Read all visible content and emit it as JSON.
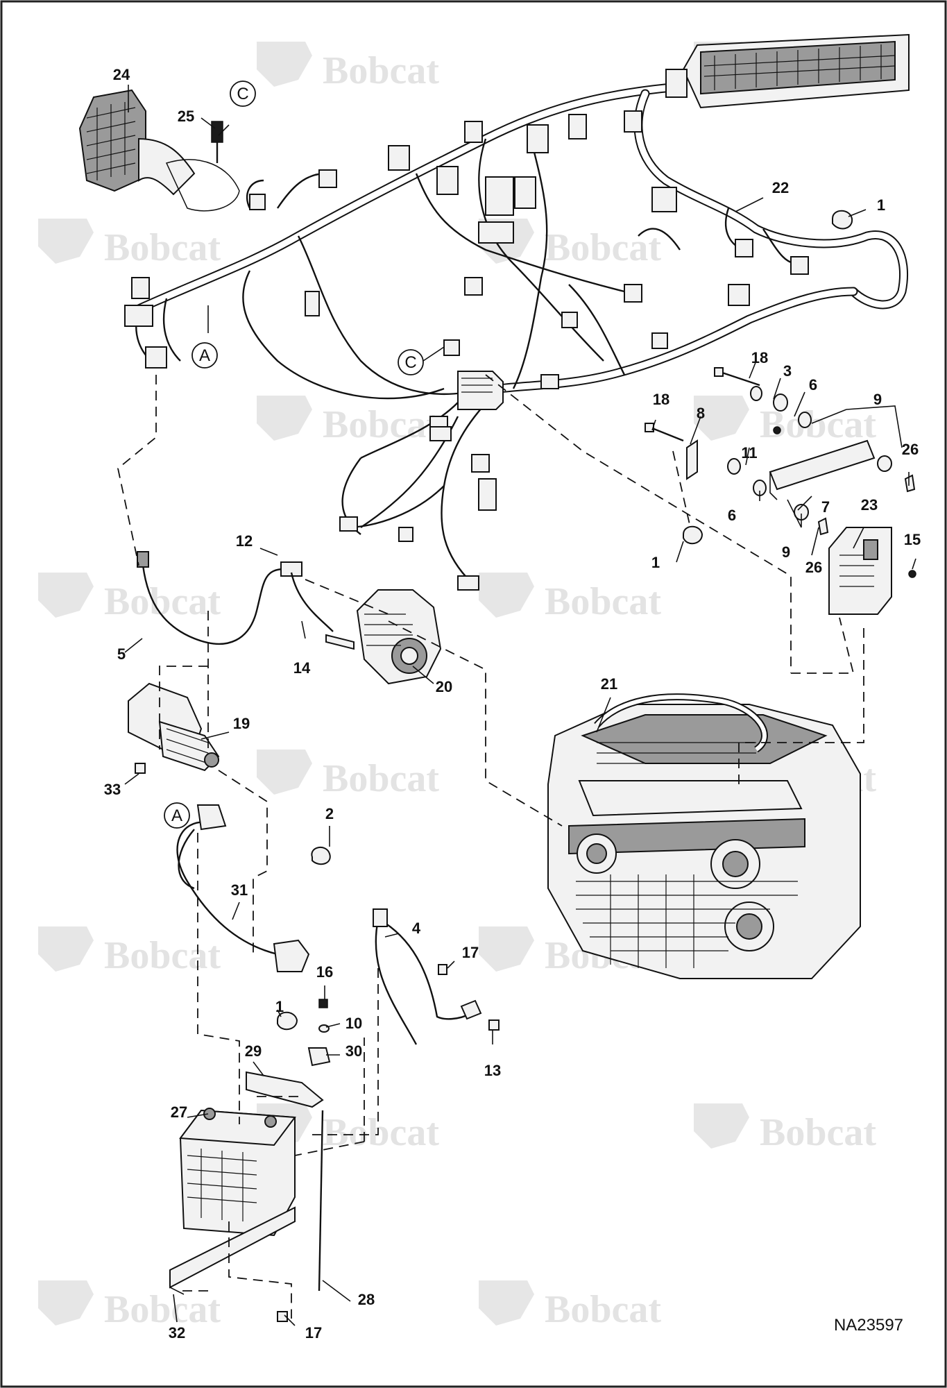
{
  "watermark": {
    "brand": "Bobcat",
    "color": "#e3e3e3"
  },
  "diagram_id": "NA23597",
  "reference_markers": {
    "a": "A",
    "c": "C"
  },
  "callouts": {
    "n1": "1",
    "n2": "2",
    "n3": "3",
    "n4": "4",
    "n5": "5",
    "n6": "6",
    "n7": "7",
    "n8": "8",
    "n9": "9",
    "n10": "10",
    "n11": "11",
    "n12": "12",
    "n13": "13",
    "n14": "14",
    "n15": "15",
    "n16": "16",
    "n17": "17",
    "n18": "18",
    "n19": "19",
    "n20": "20",
    "n21": "21",
    "n22": "22",
    "n23": "23",
    "n24": "24",
    "n25": "25",
    "n26": "26",
    "n27": "27",
    "n28": "28",
    "n29": "29",
    "n30": "30",
    "n31": "31",
    "n32": "32",
    "n33": "33"
  }
}
